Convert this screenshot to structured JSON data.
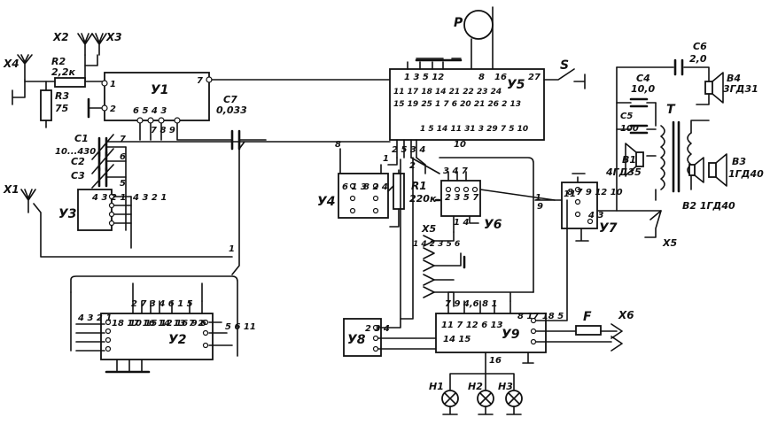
{
  "blocks": {
    "u1": "У1",
    "u2": "У2",
    "u3": "У3",
    "u4": "У4",
    "u5": "У5",
    "u6": "У6",
    "u7": "У7",
    "u8": "У8",
    "u9": "У9"
  },
  "connectors": {
    "x1": "X1",
    "x2": "X2",
    "x3": "X3",
    "x4": "X4",
    "x5a": "X5",
    "x5b": "X5",
    "x6": "X6"
  },
  "components": {
    "r2_name": "R2",
    "r2_value": "2,2к",
    "r3_name": "R3",
    "r3_value": "75",
    "r1_name": "R1",
    "r1_value": "220к",
    "c1": "C1",
    "c1_value": "10...430",
    "c2": "C2",
    "c3": "C3",
    "c7_name": "C7",
    "c7_value": "0,033",
    "c6_name": "C6",
    "c6_value": "2,0",
    "c4_name": "C4",
    "c4_value": "10,0",
    "c5_name": "C5",
    "c5_value": "100",
    "b1_name": "B1",
    "b1_value": "4ГД35",
    "b2": "B2 1ГД40",
    "b3_name": "B3",
    "b3_value": "1ГД40",
    "b4_name": "B4",
    "b4_value": "3ГД31",
    "t": "T",
    "s": "S",
    "p": "P",
    "f": "F",
    "h1": "H1",
    "h2": "H2",
    "h3": "H3"
  },
  "pins": {
    "u1_p1": "1",
    "u1_p2": "2",
    "u1_p7": "7",
    "u1_bottom": "6 5 4 3",
    "u1_under": "7 8 9",
    "u5_top": "1 3 5 12",
    "u5_p8": "8",
    "u5_p16": "16",
    "u5_p27": "27",
    "u5_row1": "11 17 18 14 21 22 23 24",
    "u5_row2": "15 19 25 1 7 6 20 21 26 2 13",
    "u5_below": "1 5 14 11 31 3 29 7 5 10",
    "u5_out_left": "2 5 3 4",
    "u5_out_mid": "10",
    "n8": "8",
    "n1": "1",
    "n2": "2",
    "n9": "9",
    "n1b": "1",
    "n1c": "1",
    "u4_left": "6 1 3",
    "u4_right": "8 2 4",
    "u6_top": "3 4 7",
    "u6_row": "2 3 5 7",
    "u6_bottom": "1 4",
    "u7_pins": "8 7 9 12 10",
    "u7_left": "11",
    "u3_left": "4 3 2 1",
    "u3_right": "4 3 2 1",
    "c1_p": "7",
    "c2_p": "6",
    "c3_p": "5",
    "u2_top": "2 7 3 4 6 1 5",
    "u2_row": "10 15 12 16 9 6",
    "u2_left": "18 17 16 14 13 7 2",
    "u2_side": "4 3 2 1",
    "u2_right": "5 6 11",
    "u8_pins": "2 3 4",
    "u9_top": "7 9 4,6 8 1",
    "u9_row": "11 7 12 6 13",
    "u9_left": "14 15",
    "u9_p16": "16",
    "u9_right": "8 17 18 5",
    "x5a_pins": "1 4 2 3 5 6",
    "x5b_pins": "4 3"
  }
}
